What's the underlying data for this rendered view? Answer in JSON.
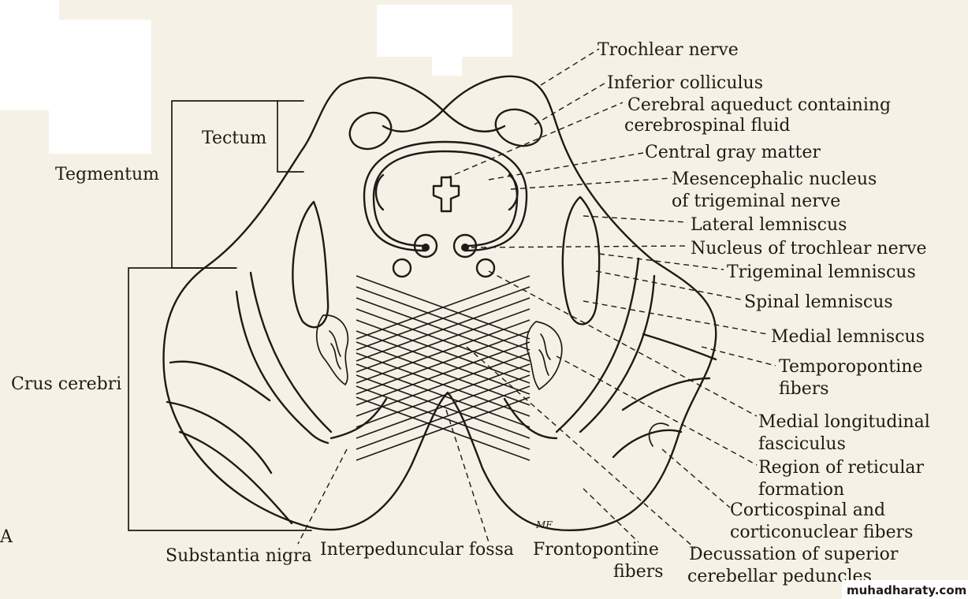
{
  "figure_letter": "A",
  "watermark": "muhadharaty.com",
  "initials": "MF",
  "labels": {
    "trochlear_nerve": "Trochlear nerve",
    "inferior_colliculus": "Inferior colliculus",
    "cerebral_aqueduct_1": "Cerebral aqueduct containing",
    "cerebral_aqueduct_2": "cerebrospinal fluid",
    "central_gray": "Central gray matter",
    "mesencephalic_1": "Mesencephalic nucleus",
    "mesencephalic_2": "of trigeminal nerve",
    "lateral_lemniscus": "Lateral lemniscus",
    "nucleus_trochlear": "Nucleus of trochlear nerve",
    "trigeminal_lemniscus": "Trigeminal lemniscus",
    "spinal_lemniscus": "Spinal lemniscus",
    "medial_lemniscus": "Medial lemniscus",
    "temporopontine_1": "Temporopontine",
    "temporopontine_2": "fibers",
    "mlf_1": "Medial longitudinal",
    "mlf_2": "fasciculus",
    "reticular_1": "Region of reticular",
    "reticular_2": "formation",
    "corticospinal_1": "Corticospinal and",
    "corticospinal_2": "corticonuclear fibers",
    "decussation_1": "Decussation of superior",
    "decussation_2": "cerebellar peduncles",
    "frontopontine_1": "Frontopontine",
    "frontopontine_2": "fibers",
    "interpeduncular": "Interpeduncular fossa",
    "substantia_nigra": "Substantia nigra",
    "tectum": "Tectum",
    "tegmentum": "Tegmentum",
    "crus_cerebri": "Crus cerebri"
  }
}
